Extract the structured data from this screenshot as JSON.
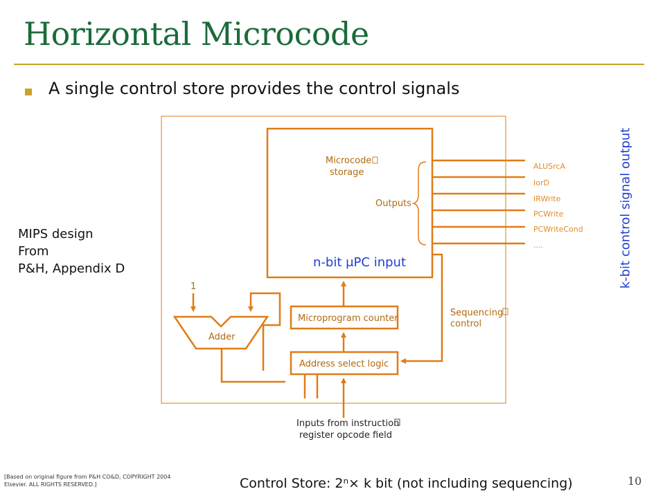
{
  "slide": {
    "title": "Horizontal Microcode",
    "bullet": "A single control store provides the control signals",
    "side_note": [
      "MIPS design",
      "From",
      "P&H, Appendix D"
    ],
    "vertical_label": "k-bit control signal output",
    "upc_label": "n-bit μPC input",
    "footer_citation": "[Based on original figure from P&H CO&D, COPYRIGHT 2004 Elsevier. ALL RIGHTS RESERVED.]",
    "footer_caption": "Control Store: 2ⁿ× k bit  (not including sequencing)",
    "page_number": "10"
  },
  "diagram": {
    "storage_label_1": "Microcode",
    "storage_label_2": "storage",
    "outputs_label": "Outputs",
    "signals": [
      "ALUSrcA",
      "IorD",
      "IRWrite",
      "PCWrite",
      "PCWriteCond",
      "...."
    ],
    "counter_label": "Microprogram counter",
    "select_label": "Address select logic",
    "adder_label": "Adder",
    "adder_const": "1",
    "sequencing_label_1": "Sequencing",
    "sequencing_label_2": "control",
    "inputs_label_1": "Inputs from instruction",
    "inputs_label_2": "register opcode field"
  },
  "colors": {
    "wire": "#e07b16",
    "title": "#1a6b3a",
    "accent": "#c9a227",
    "annotation": "#1f3fcf"
  }
}
